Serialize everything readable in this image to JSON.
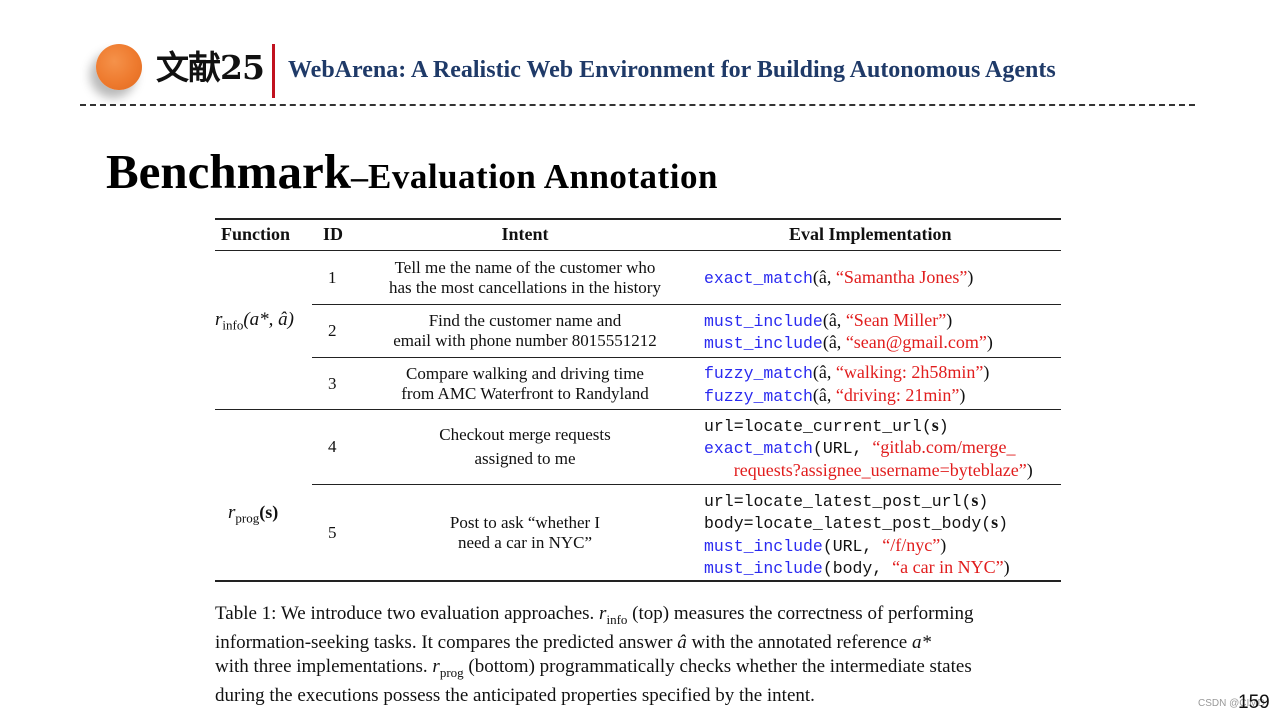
{
  "header": {
    "ref_label": "文献25",
    "paper_title": "WebArena: A Realistic Web Environment for Building Autonomous Agents"
  },
  "slide": {
    "heading_main": "Benchmark",
    "heading_dash": "–",
    "heading_sub": "Evaluation Annotation"
  },
  "table": {
    "columns": [
      "Function",
      "ID",
      "Intent",
      "Eval Implementation"
    ],
    "groups": [
      {
        "function_name": "r",
        "function_sub": "info",
        "function_args": "(a*, â)"
      },
      {
        "function_name": "r",
        "function_sub": "prog",
        "function_args": "(s)"
      }
    ],
    "rows": [
      {
        "id": "1",
        "intent": [
          "Tell me the name of the customer who",
          "has the most cancellations in the history"
        ],
        "eval": [
          [
            {
              "t": "exact_match",
              "c": "blue",
              "f": "mono"
            },
            {
              "t": "(â, ",
              "c": "black",
              "f": "serif"
            },
            {
              "t": "“Samantha Jones”",
              "c": "red",
              "f": "serif"
            },
            {
              "t": ")",
              "c": "black",
              "f": "serif"
            }
          ]
        ]
      },
      {
        "id": "2",
        "intent": [
          "Find the customer name and",
          "email with phone number 8015551212"
        ],
        "eval": [
          [
            {
              "t": "must_include",
              "c": "blue",
              "f": "mono"
            },
            {
              "t": "(â, ",
              "c": "black",
              "f": "serif"
            },
            {
              "t": "“Sean Miller”",
              "c": "red",
              "f": "serif"
            },
            {
              "t": ")",
              "c": "black",
              "f": "serif"
            }
          ],
          [
            {
              "t": "must_include",
              "c": "blue",
              "f": "mono"
            },
            {
              "t": "(â, ",
              "c": "black",
              "f": "serif"
            },
            {
              "t": "“sean@gmail.com”",
              "c": "red",
              "f": "serif"
            },
            {
              "t": ")",
              "c": "black",
              "f": "serif"
            }
          ]
        ]
      },
      {
        "id": "3",
        "intent": [
          "Compare walking and driving time",
          "from AMC Waterfront to Randyland"
        ],
        "eval": [
          [
            {
              "t": "fuzzy_match",
              "c": "blue",
              "f": "mono"
            },
            {
              "t": "(â, ",
              "c": "black",
              "f": "serif"
            },
            {
              "t": "“walking: 2h58min”",
              "c": "red",
              "f": "serif"
            },
            {
              "t": ")",
              "c": "black",
              "f": "serif"
            }
          ],
          [
            {
              "t": "fuzzy_match",
              "c": "blue",
              "f": "mono"
            },
            {
              "t": "(â, ",
              "c": "black",
              "f": "serif"
            },
            {
              "t": "“driving: 21min”",
              "c": "red",
              "f": "serif"
            },
            {
              "t": ")",
              "c": "black",
              "f": "serif"
            }
          ]
        ]
      },
      {
        "id": "4",
        "intent": [
          "Checkout merge requests",
          "assigned to me"
        ],
        "eval": [
          [
            {
              "t": "url=locate_current_url",
              "c": "black",
              "f": "mono"
            },
            {
              "t": "(",
              "c": "black",
              "f": "mono"
            },
            {
              "t": "s",
              "c": "black",
              "f": "bold"
            },
            {
              "t": ")",
              "c": "black",
              "f": "mono"
            }
          ],
          [
            {
              "t": "exact_match",
              "c": "blue",
              "f": "mono"
            },
            {
              "t": "(URL, ",
              "c": "black",
              "f": "mono"
            },
            {
              "t": "“gitlab.com/merge_",
              "c": "red",
              "f": "serif"
            }
          ],
          [
            {
              "t": "   ",
              "c": "black",
              "f": "mono"
            },
            {
              "t": "requests?assignee_username=byteblaze”",
              "c": "red",
              "f": "serif"
            },
            {
              "t": ")",
              "c": "black",
              "f": "serif"
            }
          ]
        ]
      },
      {
        "id": "5",
        "intent": [
          "Post to ask “whether I",
          "need a car in NYC”"
        ],
        "eval": [
          [
            {
              "t": "url=locate_latest_post_url",
              "c": "black",
              "f": "mono"
            },
            {
              "t": "(",
              "c": "black",
              "f": "mono"
            },
            {
              "t": "s",
              "c": "black",
              "f": "bold"
            },
            {
              "t": ")",
              "c": "black",
              "f": "mono"
            }
          ],
          [
            {
              "t": "body=locate_latest_post_body",
              "c": "black",
              "f": "mono"
            },
            {
              "t": "(",
              "c": "black",
              "f": "mono"
            },
            {
              "t": "s",
              "c": "black",
              "f": "bold"
            },
            {
              "t": ")",
              "c": "black",
              "f": "mono"
            }
          ],
          [
            {
              "t": "must_include",
              "c": "blue",
              "f": "mono"
            },
            {
              "t": "(URL, ",
              "c": "black",
              "f": "mono"
            },
            {
              "t": "“/f/nyc”",
              "c": "red",
              "f": "serif"
            },
            {
              "t": ")",
              "c": "black",
              "f": "serif"
            }
          ],
          [
            {
              "t": "must_include",
              "c": "blue",
              "f": "mono"
            },
            {
              "t": "(body, ",
              "c": "black",
              "f": "mono"
            },
            {
              "t": "“a car in NYC”",
              "c": "red",
              "f": "serif"
            },
            {
              "t": ")",
              "c": "black",
              "f": "serif"
            }
          ]
        ]
      }
    ]
  },
  "caption": {
    "line1_a": "Table 1: We introduce two evaluation approaches. ",
    "line1_m": "r",
    "line1_sub": "info",
    "line1_b": " (top) measures the correctness of performing",
    "line2": "information-seeking tasks.  It compares the predicted answer ",
    "line2_m1": "â",
    "line2_b": " with the annotated reference ",
    "line2_m2": "a*",
    "line3_a": "with three implementations. ",
    "line3_m": "r",
    "line3_sub": "prog",
    "line3_b": " (bottom) programmatically checks whether the intermediate states",
    "line4": "during the executions possess the anticipated properties specified by the intent."
  },
  "footer": {
    "watermark": "CSDN @CIMD",
    "page_number": "159"
  }
}
